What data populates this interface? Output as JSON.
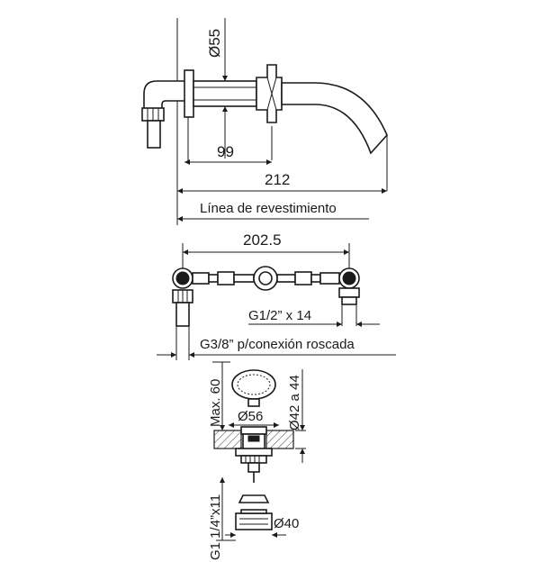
{
  "dimensions": {
    "d55": "Ø55",
    "d99": "99",
    "d212": "212",
    "linea": "Línea de revestimiento",
    "d202": "202.5",
    "g12": "G1/2” x 14",
    "g38": "G3/8” p/conexión roscada",
    "max60": "Max. 60",
    "d56": "Ø56",
    "d4244": "Ø42 a 44",
    "g114": "G1 1/4”x11",
    "d40": "Ø40"
  },
  "colors": {
    "ink": "#1a1a1a",
    "paper": "#ffffff"
  }
}
